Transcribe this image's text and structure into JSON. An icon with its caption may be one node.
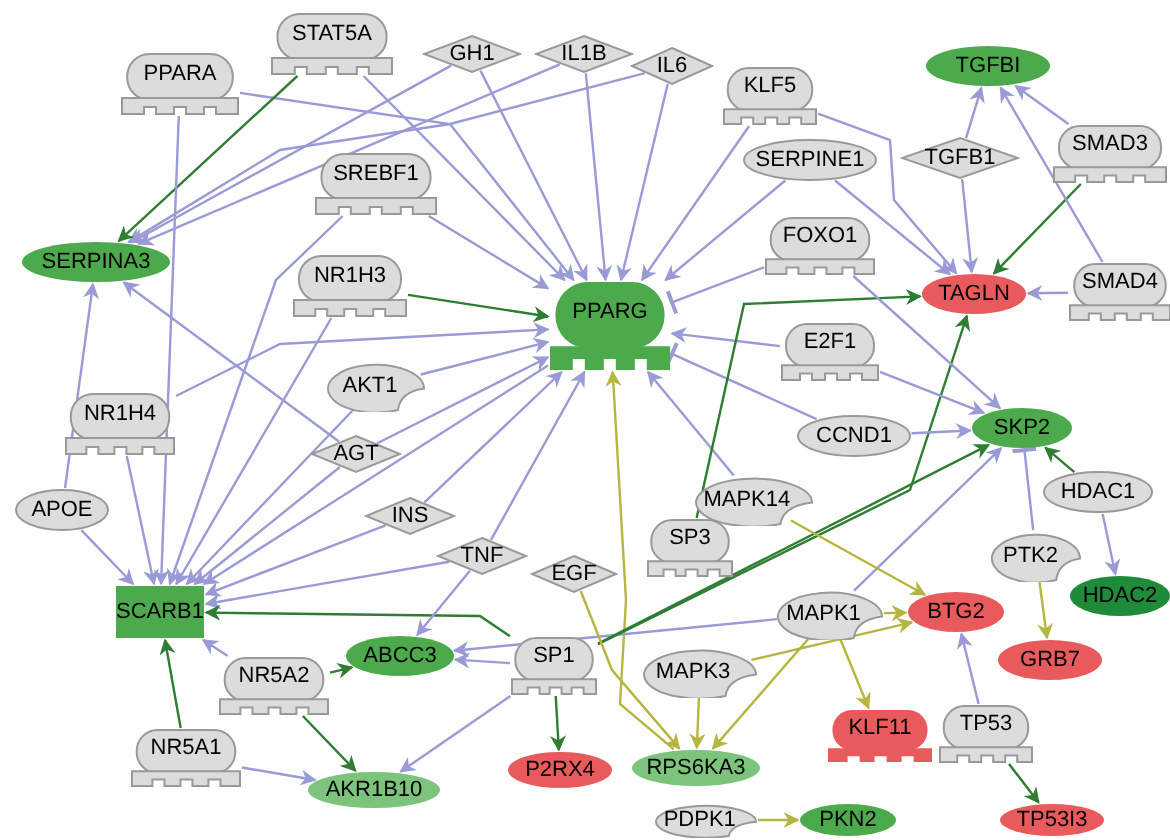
{
  "diagram": {
    "nodes": [
      {
        "text": [
          "PPARA"
        ]
      },
      {
        "text": [
          "STAT5A"
        ]
      },
      {
        "text": [
          "GH1"
        ]
      },
      {
        "text": [
          "IL1B"
        ]
      },
      {
        "text": [
          "IL6"
        ]
      },
      {
        "text": [
          "KLF5"
        ]
      },
      {
        "text": [
          "TGFBI"
        ]
      },
      {
        "text": [
          "SREBF1"
        ]
      },
      {
        "text": [
          "SERPINE1"
        ]
      },
      {
        "text": [
          "TGFB1"
        ]
      },
      {
        "text": [
          "SMAD3"
        ]
      },
      {
        "text": [
          "SERPINA3"
        ]
      },
      {
        "text": [
          "NR1H3"
        ]
      },
      {
        "text": [
          "PPARG"
        ]
      },
      {
        "text": [
          "FOXO1"
        ]
      },
      {
        "text": [
          "TAGLN"
        ]
      },
      {
        "text": [
          "SMAD4"
        ]
      },
      {
        "text": [
          "AKT1"
        ]
      },
      {
        "text": [
          "E2F1"
        ]
      },
      {
        "text": [
          "NR1H4"
        ]
      },
      {
        "text": [
          "AGT"
        ]
      },
      {
        "text": [
          "CCND1"
        ]
      },
      {
        "text": [
          "SKP2"
        ]
      },
      {
        "text": [
          "APOE"
        ]
      },
      {
        "text": [
          "INS"
        ]
      },
      {
        "text": [
          "MAPK14"
        ]
      },
      {
        "text": [
          "HDAC1"
        ]
      },
      {
        "text": [
          "TNF"
        ]
      },
      {
        "text": [
          "EGF"
        ]
      },
      {
        "text": [
          "SP3"
        ]
      },
      {
        "text": [
          "PTK2"
        ]
      },
      {
        "text": [
          "SCARB1"
        ]
      },
      {
        "text": [
          "ABCC3"
        ]
      },
      {
        "text": [
          "SP1"
        ]
      },
      {
        "text": [
          "MAPK1"
        ]
      },
      {
        "text": [
          "BTG2"
        ]
      },
      {
        "text": [
          "HDAC2"
        ]
      },
      {
        "text": [
          "NR5A2"
        ]
      },
      {
        "text": [
          "MAPK3"
        ]
      },
      {
        "text": [
          "GRB7"
        ]
      },
      {
        "text": [
          "NR5A1"
        ]
      },
      {
        "text": [
          "P2RX4"
        ]
      },
      {
        "text": [
          "RPS6KA3"
        ]
      },
      {
        "text": [
          "KLF11"
        ]
      },
      {
        "text": [
          "TP53"
        ]
      },
      {
        "text": [
          "AKR1B10"
        ]
      },
      {
        "text": [
          "PDPK1"
        ]
      },
      {
        "text": [
          "PKN2"
        ]
      },
      {
        "text": [
          "TP53I3"
        ]
      }
    ],
    "edges": [
      {
        "from": 0,
        "to": 13,
        "arrow": "to"
      },
      {
        "from": 1,
        "to": 13,
        "arrow": "to"
      },
      {
        "from": 2,
        "to": 13,
        "arrow": "to"
      },
      {
        "from": 3,
        "to": 13,
        "arrow": "to"
      },
      {
        "from": 4,
        "to": 13,
        "arrow": "to"
      },
      {
        "from": 7,
        "to": 13,
        "arrow": "to"
      },
      {
        "from": 5,
        "to": 13,
        "arrow": "to"
      },
      {
        "from": 8,
        "to": 13,
        "arrow": "to"
      },
      {
        "from": 14,
        "to": 13,
        "arrow": "other"
      },
      {
        "from": 18,
        "to": 13,
        "arrow": "to"
      },
      {
        "from": 21,
        "to": 13,
        "arrow": "other"
      },
      {
        "from": 17,
        "to": 13,
        "arrow": "to"
      },
      {
        "from": 19,
        "to": 13,
        "arrow": "to"
      },
      {
        "from": 20,
        "to": 13,
        "arrow": "to"
      },
      {
        "from": 24,
        "to": 13,
        "arrow": "to"
      },
      {
        "from": 27,
        "to": 13,
        "arrow": "to"
      },
      {
        "from": 25,
        "to": 13,
        "arrow": "to"
      },
      {
        "from": 12,
        "to": 13,
        "arrow": "to",
        "color": "#2e7d32"
      },
      {
        "from": 42,
        "to": 13,
        "arrow": "to",
        "color": "#b5b542"
      },
      {
        "from": 2,
        "to": 11,
        "arrow": "to"
      },
      {
        "from": 3,
        "to": 11,
        "arrow": "to"
      },
      {
        "from": 4,
        "to": 11,
        "arrow": "to"
      },
      {
        "from": 1,
        "to": 11,
        "arrow": "to",
        "color": "#2e7d32"
      },
      {
        "from": 23,
        "to": 11,
        "arrow": "to"
      },
      {
        "from": 20,
        "to": 11,
        "arrow": "to"
      },
      {
        "from": 0,
        "to": 31,
        "arrow": "to"
      },
      {
        "from": 19,
        "to": 31,
        "arrow": "to"
      },
      {
        "from": 23,
        "to": 31,
        "arrow": "to"
      },
      {
        "from": 7,
        "to": 31,
        "arrow": "to"
      },
      {
        "from": 12,
        "to": 31,
        "arrow": "to"
      },
      {
        "from": 13,
        "to": 31,
        "arrow": "to"
      },
      {
        "from": 17,
        "to": 31,
        "arrow": "to"
      },
      {
        "from": 20,
        "to": 31,
        "arrow": "to"
      },
      {
        "from": 24,
        "to": 31,
        "arrow": "to"
      },
      {
        "from": 27,
        "to": 31,
        "arrow": "to"
      },
      {
        "from": 37,
        "to": 31,
        "arrow": "to"
      },
      {
        "from": 33,
        "to": 31,
        "arrow": "to",
        "color": "#2e7d32"
      },
      {
        "from": 40,
        "to": 31,
        "arrow": "to",
        "color": "#2e7d32"
      },
      {
        "from": 37,
        "to": 32,
        "arrow": "to",
        "color": "#2e7d32"
      },
      {
        "from": 33,
        "to": 32,
        "arrow": "to"
      },
      {
        "from": 27,
        "to": 32,
        "arrow": "to"
      },
      {
        "from": 34,
        "to": 32,
        "arrow": "to"
      },
      {
        "from": 37,
        "to": 45,
        "arrow": "to",
        "color": "#2e7d32"
      },
      {
        "from": 40,
        "to": 45,
        "arrow": "to"
      },
      {
        "from": 33,
        "to": 45,
        "arrow": "to"
      },
      {
        "from": 33,
        "to": 41,
        "arrow": "to",
        "color": "#2e7d32"
      },
      {
        "from": 29,
        "to": 15,
        "arrow": "to",
        "color": "#2e7d32"
      },
      {
        "from": 33,
        "to": 22,
        "arrow": "to",
        "color": "#2e7d32"
      },
      {
        "from": 33,
        "to": 15,
        "arrow": "to",
        "color": "#2e7d32"
      },
      {
        "from": 5,
        "to": 15,
        "arrow": "to"
      },
      {
        "from": 8,
        "to": 15,
        "arrow": "to"
      },
      {
        "from": 9,
        "to": 15,
        "arrow": "to"
      },
      {
        "from": 16,
        "to": 15,
        "arrow": "to"
      },
      {
        "from": 10,
        "to": 15,
        "arrow": "to",
        "color": "#2e7d32"
      },
      {
        "from": 9,
        "to": 6,
        "arrow": "to"
      },
      {
        "from": 10,
        "to": 6,
        "arrow": "to"
      },
      {
        "from": 16,
        "to": 6,
        "arrow": "to"
      },
      {
        "from": 14,
        "to": 22,
        "arrow": "to"
      },
      {
        "from": 18,
        "to": 22,
        "arrow": "to"
      },
      {
        "from": 21,
        "to": 22,
        "arrow": "to"
      },
      {
        "from": 26,
        "to": 22,
        "arrow": "to",
        "color": "#2e7d32"
      },
      {
        "from": 30,
        "to": 22,
        "arrow": "other"
      },
      {
        "from": 34,
        "to": 22,
        "arrow": "to"
      },
      {
        "from": 26,
        "to": 36,
        "arrow": "to"
      },
      {
        "from": 30,
        "to": 39,
        "arrow": "to",
        "color": "#b5b542"
      },
      {
        "from": 25,
        "to": 35,
        "arrow": "to",
        "color": "#b5b542"
      },
      {
        "from": 34,
        "to": 35,
        "arrow": "to",
        "color": "#b5b542"
      },
      {
        "from": 38,
        "to": 35,
        "arrow": "to",
        "color": "#b5b542"
      },
      {
        "from": 34,
        "to": 43,
        "arrow": "to",
        "color": "#b5b542"
      },
      {
        "from": 34,
        "to": 42,
        "arrow": "to",
        "color": "#b5b542"
      },
      {
        "from": 38,
        "to": 42,
        "arrow": "to",
        "color": "#b5b542"
      },
      {
        "from": 28,
        "to": 42,
        "arrow": "to",
        "color": "#b5b542"
      },
      {
        "from": 46,
        "to": 47,
        "arrow": "to",
        "color": "#b5b542"
      },
      {
        "from": 44,
        "to": 35,
        "arrow": "to"
      },
      {
        "from": 44,
        "to": 48,
        "arrow": "to",
        "color": "#2e7d32"
      }
    ]
  }
}
